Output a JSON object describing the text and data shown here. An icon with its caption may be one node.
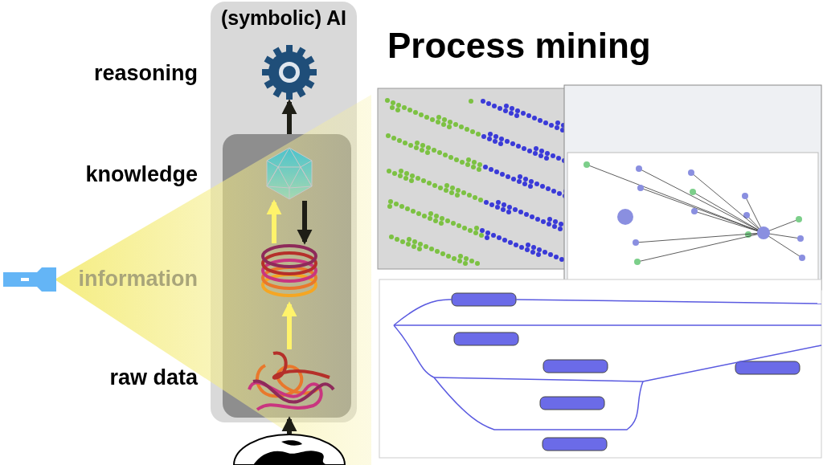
{
  "diagram": {
    "title": "Process mining",
    "nodes": [
      {
        "text": [
          "(symbolic) AI"
        ]
      },
      {
        "text": [],
        "shape": "picture",
        "in": 0
      },
      {
        "text": [],
        "shape": "box",
        "in": 0
      },
      {
        "text": [],
        "shape": "picture",
        "in": 2
      },
      {
        "text": [],
        "shape": "picture",
        "in": 2
      },
      {
        "text": [],
        "shape": "picture",
        "in": 2
      },
      {
        "text": [],
        "shape": "picture"
      },
      {
        "text": [],
        "shape": "picture"
      }
    ],
    "edges": [
      {
        "from": 2,
        "to": 1,
        "arrow": "to"
      },
      {
        "from": 4,
        "to": 3,
        "arrow": "to",
        "color": "#fff36b"
      },
      {
        "from": 3,
        "to": 4,
        "arrow": "to"
      },
      {
        "from": 5,
        "to": 4,
        "arrow": "to",
        "color": "#fff36b"
      },
      {
        "from": 6,
        "to": 2,
        "arrow": "to"
      }
    ],
    "labels": [
      "reasoning",
      "knowledge",
      "information",
      "raw data"
    ]
  }
}
